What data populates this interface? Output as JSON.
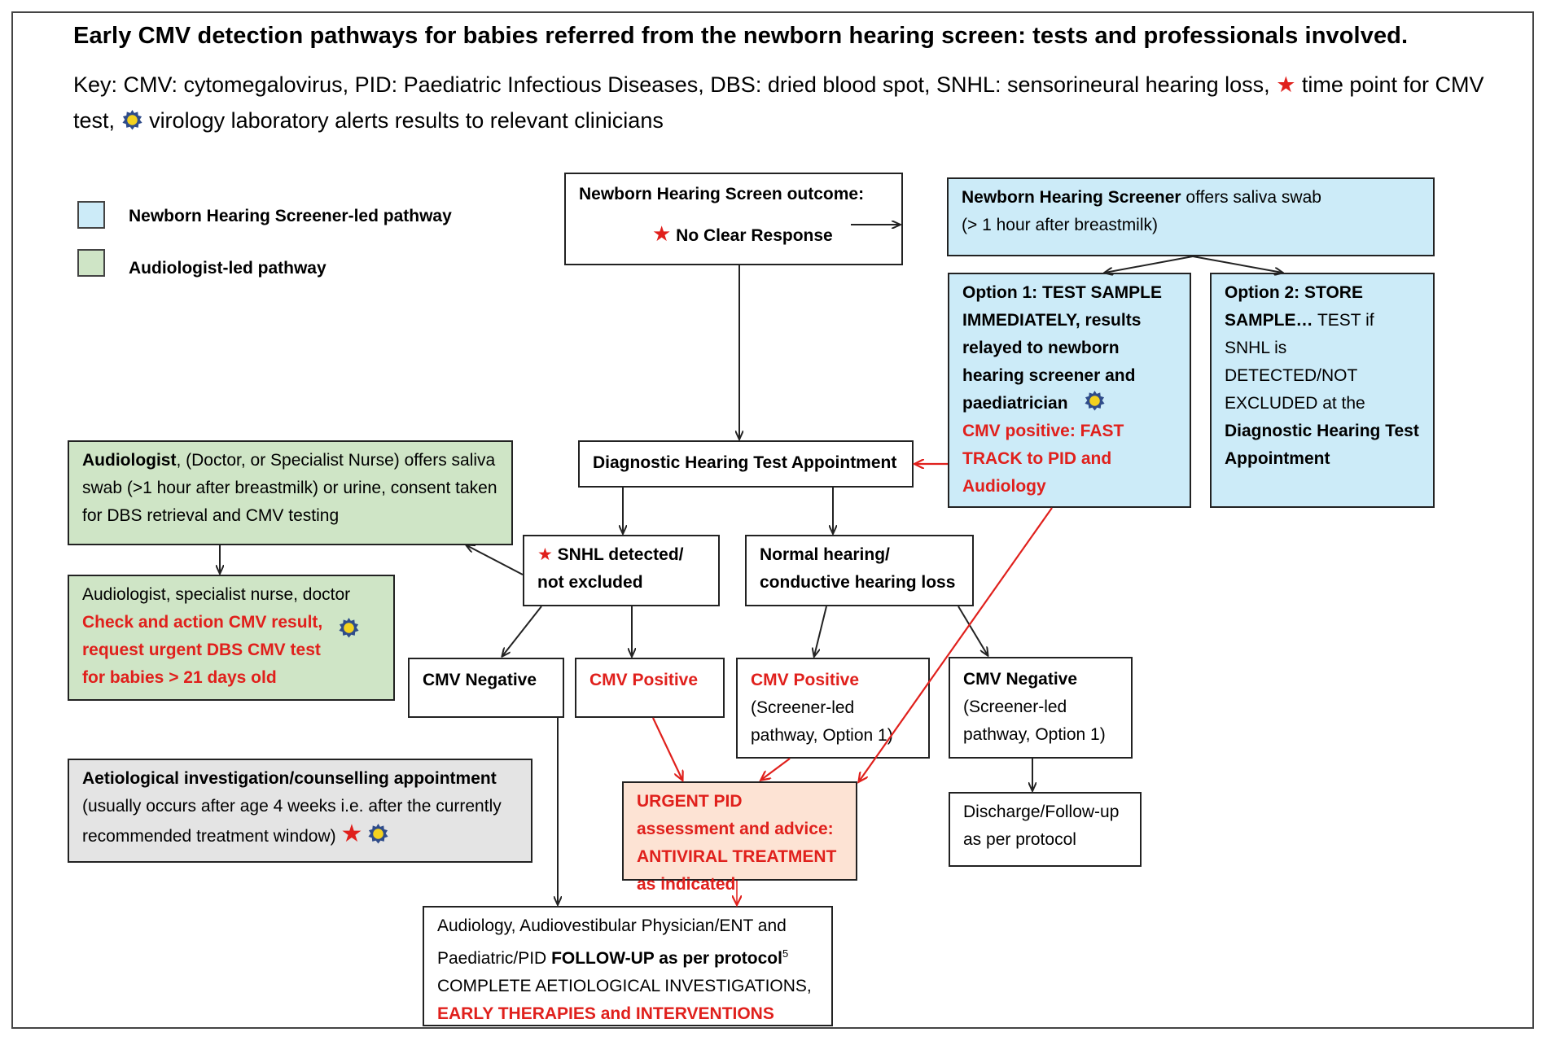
{
  "title": "Early CMV detection pathways for babies referred from the newborn hearing screen: tests and professionals involved.",
  "key": {
    "prefix": "Key: CMV: cytomegalovirus, PID: Paediatric Infectious Diseases, DBS: dried blood spot, SNHL: sensorineural hearing loss,",
    "star_text": "time point for CMV test,",
    "gear_text": "virology laboratory alerts results to relevant clinicians"
  },
  "legend": {
    "screener": "Newborn Hearing Screener-led pathway",
    "audiologist": "Audiologist-led pathway"
  },
  "colors": {
    "blue": "#ccebf8",
    "green": "#cfe5c6",
    "grey": "#e4e4e4",
    "peach": "#fde3d4",
    "red": "#e0201c"
  },
  "icons": {
    "star": "red-star-icon",
    "gear": "virology-alert-gear-icon"
  },
  "boxes": {
    "nhs_outcome": {
      "line1": "Newborn Hearing Screen outcome:",
      "line2": "No Clear Response"
    },
    "screener": {
      "bold": "Newborn Hearing Screener",
      "rest": " offers saliva swab",
      "line2": "(> 1 hour after breastmilk)"
    },
    "option1": {
      "text": "Option 1: TEST SAMPLE IMMEDIATELY, results relayed to newborn hearing screener and paediatrician",
      "red": "CMV positive: FAST TRACK to PID and Audiology"
    },
    "option2": {
      "bold1": "Option 2: STORE SAMPLE…",
      "normal": " TEST if SNHL is DETECTED/NOT EXCLUDED at the ",
      "bold2": "Diagnostic Hearing Test Appointment"
    },
    "diagnostic": "Diagnostic Hearing Test Appointment",
    "audiologist": {
      "bold": "Audiologist",
      "rest": ", (Doctor, or Specialist Nurse) offers saliva swab (>1 hour after breastmilk) or urine, consent taken for DBS retrieval and CMV testing"
    },
    "audiologist_check": {
      "line1": "Audiologist, specialist nurse, doctor",
      "red": "Check and action CMV result, request urgent DBS CMV test for babies > 21 days old"
    },
    "snhl": "SNHL detected/ not excluded",
    "normal_hearing": "Normal hearing/ conductive hearing loss",
    "cmv_neg_left": "CMV Negative",
    "cmv_pos_left": "CMV Positive",
    "cmv_pos_right": {
      "red": "CMV Positive",
      "rest": "(Screener-led pathway, Option 1)"
    },
    "cmv_neg_right": {
      "bold": "CMV Negative",
      "rest": "(Screener-led pathway, Option 1)"
    },
    "aetiological": {
      "bold": "Aetiological investigation/counselling appointment",
      "rest": "(usually occurs after age 4 weeks i.e. after the currently recommended treatment window)"
    },
    "urgent_pid": "URGENT PID assessment and advice: ANTIVIRAL TREATMENT as indicated",
    "discharge": "Discharge/Follow-up as per protocol",
    "followup": {
      "line1": "Audiology, Audiovestibular Physician/ENT and Paediatric/PID ",
      "bold": "FOLLOW-UP as per protocol",
      "sup": "5",
      "line3": "COMPLETE AETIOLOGICAL INVESTIGATIONS,",
      "red": "EARLY THERAPIES and INTERVENTIONS"
    }
  }
}
